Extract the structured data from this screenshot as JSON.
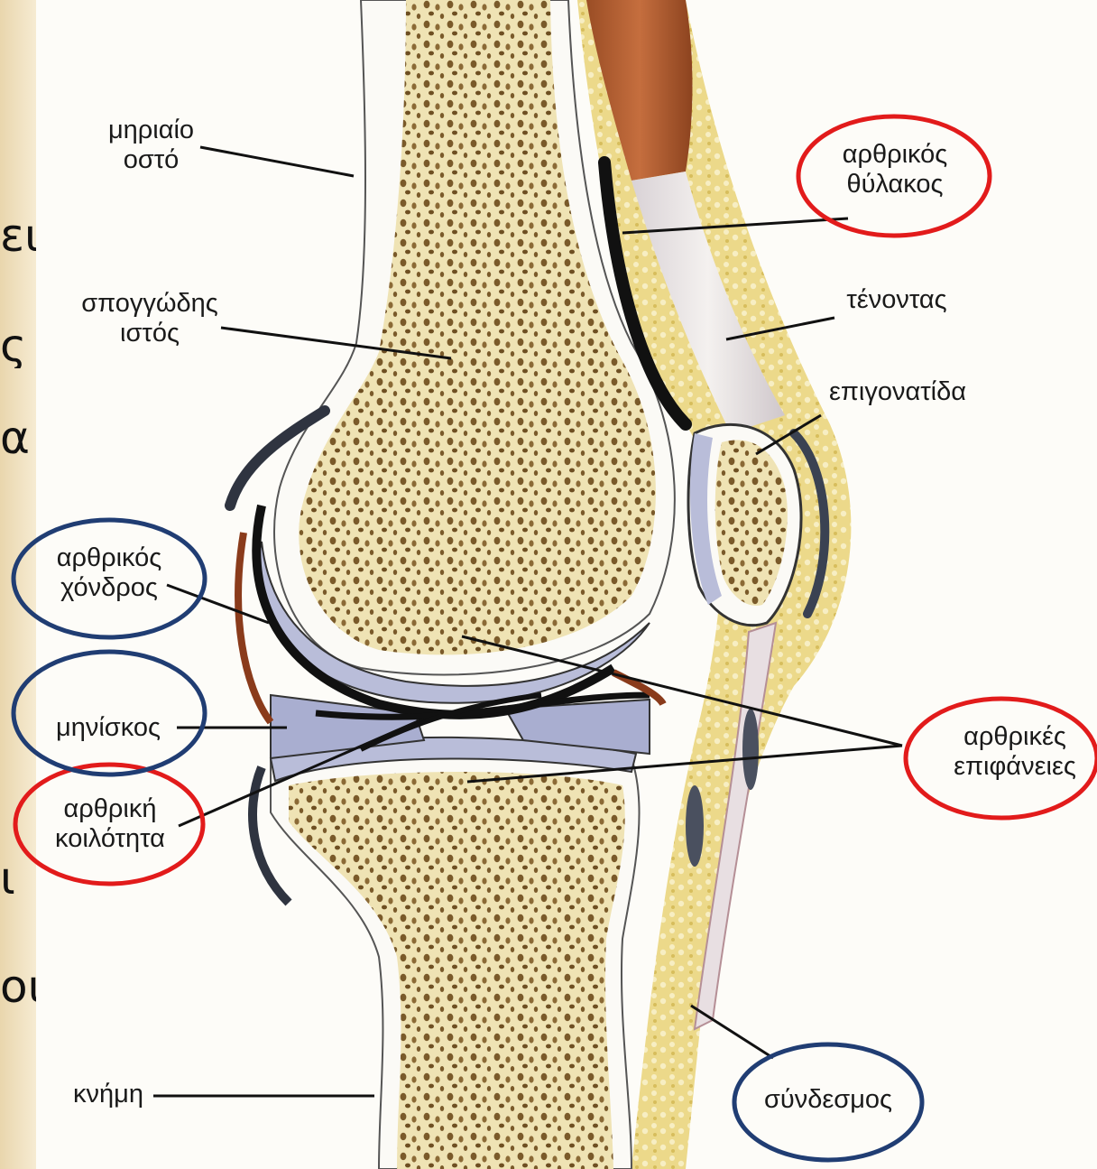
{
  "slide_text_fragments": [
    "ειες",
    "ς",
    "α",
    "ι",
    "οι ή"
  ],
  "labels": {
    "femur": [
      "μηριαίο",
      "οστό"
    ],
    "cancellous": [
      "σπογγώδης",
      "ιστός"
    ],
    "cartilage": [
      "αρθρικός",
      "χόνδρος"
    ],
    "meniscus": "μηνίσκος",
    "cavity": [
      "αρθρική",
      "κοιλότητα"
    ],
    "tibia": "κνήμη",
    "capsule": [
      "αρθρικός",
      "θύλακος"
    ],
    "tendon": "τένοντας",
    "patella": "επιγονατίδα",
    "surfaces": [
      "αρθρικές",
      "επιφάνειες"
    ],
    "ligament": "σύνδεσμος"
  },
  "highlight_colors": {
    "red": "#e21b1b",
    "blue": "#203d73"
  },
  "tissue_colors": {
    "bone_fill": "#efe3b4",
    "bone_dots": "#7a5a2a",
    "cartilage": "#b9bdd9",
    "cavity": "#111111",
    "muscle": "#a8582c",
    "fat": "#e9d27a"
  }
}
